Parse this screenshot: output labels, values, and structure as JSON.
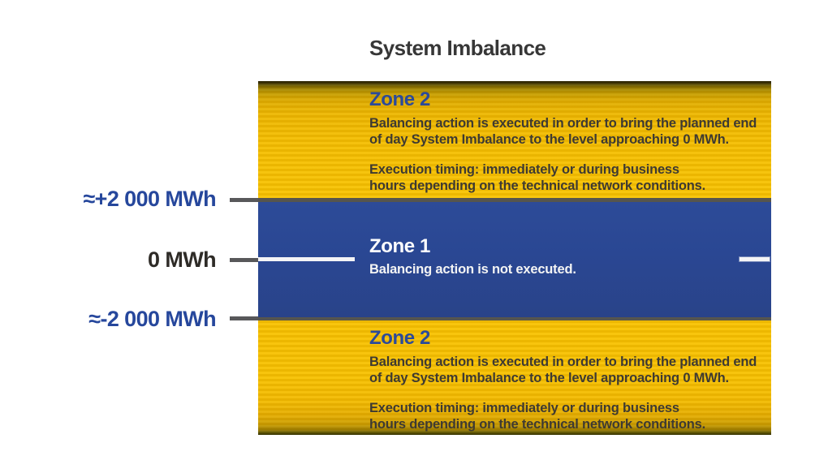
{
  "title": "System Imbalance",
  "axis_labels": {
    "upper": "≈+2 000 MWh",
    "zero": "0 MWh",
    "lower": "≈-2 000 MWh"
  },
  "zones": {
    "upper": {
      "heading": "Zone 2",
      "body_line1": "Balancing action is executed in order to bring the planned end",
      "body_line2": "of day System Imbalance to the level approaching 0 MWh.",
      "timing_line1": "Execution timing: immediately or during business",
      "timing_line2": "hours depending on the technical network conditions."
    },
    "middle": {
      "heading": "Zone 1",
      "body": "Balancing action is not executed."
    },
    "lower": {
      "heading": "Zone 2",
      "body_line1": "Balancing action is executed in order to bring the planned end",
      "body_line2": "of day System Imbalance to the level approaching 0 MWh.",
      "timing_line1": "Execution timing: immediately or during business",
      "timing_line2": "hours depending on the technical network conditions."
    }
  },
  "colors": {
    "yellow": "#F7C000",
    "blue": "#2A4793",
    "divider_gray": "#56554E",
    "heading_blue": "#2B4A9A",
    "body_text": "#3E3A32",
    "axis_blue": "#26479C"
  }
}
